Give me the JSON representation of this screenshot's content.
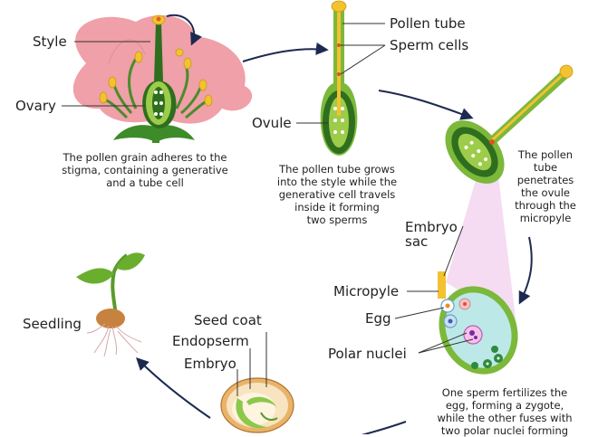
{
  "labels": {
    "style": "Style",
    "ovary": "Ovary",
    "pollen_tube": "Pollen tube",
    "sperm_cells": "Sperm cells",
    "ovule": "Ovule",
    "embryo_sac_1": "Embryo",
    "embryo_sac_2": "sac",
    "micropyle": "Micropyle",
    "egg": "Egg",
    "polar_nuclei": "Polar nuclei",
    "seed_coat": "Seed coat",
    "endosperm": "Endopserm",
    "embryo": "Embryo",
    "seedling": "Seedling"
  },
  "captions": {
    "step1": [
      "The pollen grain adheres to the",
      "stigma, containing a generative",
      "and a tube cell"
    ],
    "step2": [
      "The pollen tube grows",
      "into the style while the",
      "generative cell travels",
      "inside it forming",
      "two sperms"
    ],
    "step3": [
      "The pollen",
      "tube",
      "penetrates",
      "the ovule",
      "through the",
      "micropyle"
    ],
    "step4": [
      "One sperm fertilizes the",
      "egg, forming a zygote,",
      "while the other fuses with",
      "two polar nuclei forming"
    ]
  },
  "colors": {
    "petal": "#f0a0a8",
    "ovary_dark": "#2e6e1e",
    "ovary_light": "#9ccc4a",
    "stamen": "#f2c230",
    "arrow": "#1d2a50",
    "pink_beam": "#f3d6f0"
  }
}
